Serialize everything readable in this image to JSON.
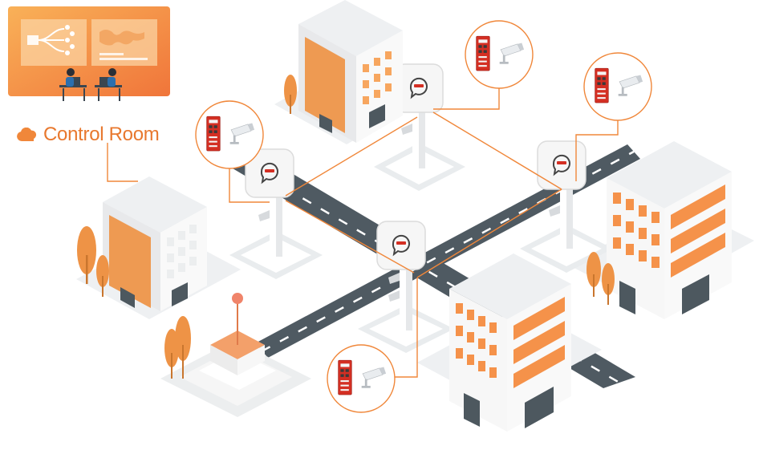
{
  "control_room": {
    "label": "Control Room",
    "icon": "cloud-icon"
  },
  "colors": {
    "accent": "#f0873a",
    "accent_light": "#f5a862",
    "road": "#4f5a62",
    "device_red": "#d42f23"
  },
  "network": {
    "access_points": 4,
    "gateway_devices": 4,
    "cameras": 4,
    "buildings": 4
  }
}
